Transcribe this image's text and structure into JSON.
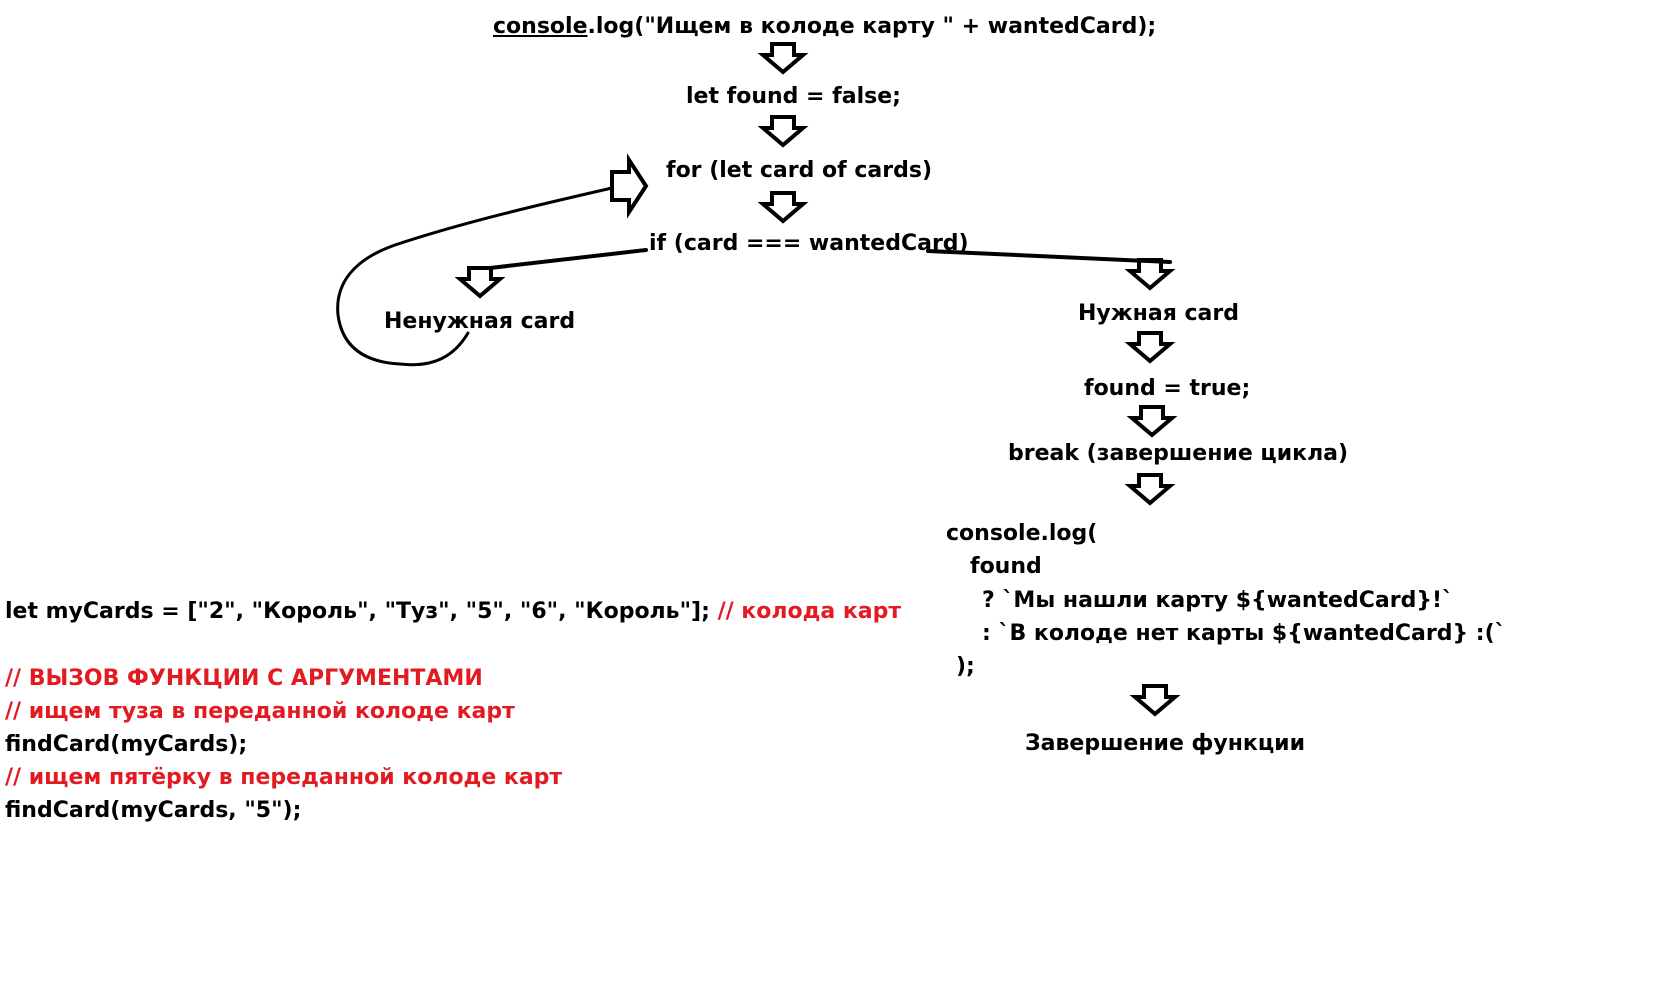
{
  "flow": {
    "line1_obj": "console",
    "line1_rest": ".log(\"Ищем в колоде карту \" + wantedCard);",
    "found_init": "let found = false;",
    "loop": "for (let card of cards)",
    "condition": "if (card === wantedCard)",
    "branch_no": "Ненужная card",
    "branch_yes": "Нужная card",
    "set_found": "found = true;",
    "break_stmt": "break (завершение цикла)",
    "log_lines": [
      "console.log(",
      "found",
      "? `Мы нашли карту ${wantedCard}!`",
      ": `В колоде нет карты ${wantedCard} :(`",
      ");"
    ],
    "end": "Завершение функции"
  },
  "code": {
    "decl": "let myCards = [\"2\", \"Король\", \"Туз\", \"5\", \"6\", \"Король\"];",
    "decl_comment": "// колода карт",
    "comment_call": "// ВЫЗОВ ФУНКЦИИ С АРГУМЕНТАМИ",
    "comment_ace": "// ищем туза в переданной колоде карт",
    "call1": "findCard(myCards);",
    "comment_five": "// ищем пятёрку в переданной колоде карт",
    "call2": "findCard(myCards, \"5\");"
  },
  "colors": {
    "text": "#000000",
    "comment": "#e21b23",
    "background": "#ffffff"
  },
  "icons": {
    "flow_arrow": "down-arrow-icon",
    "loop_arrow": "right-arrow-icon"
  }
}
